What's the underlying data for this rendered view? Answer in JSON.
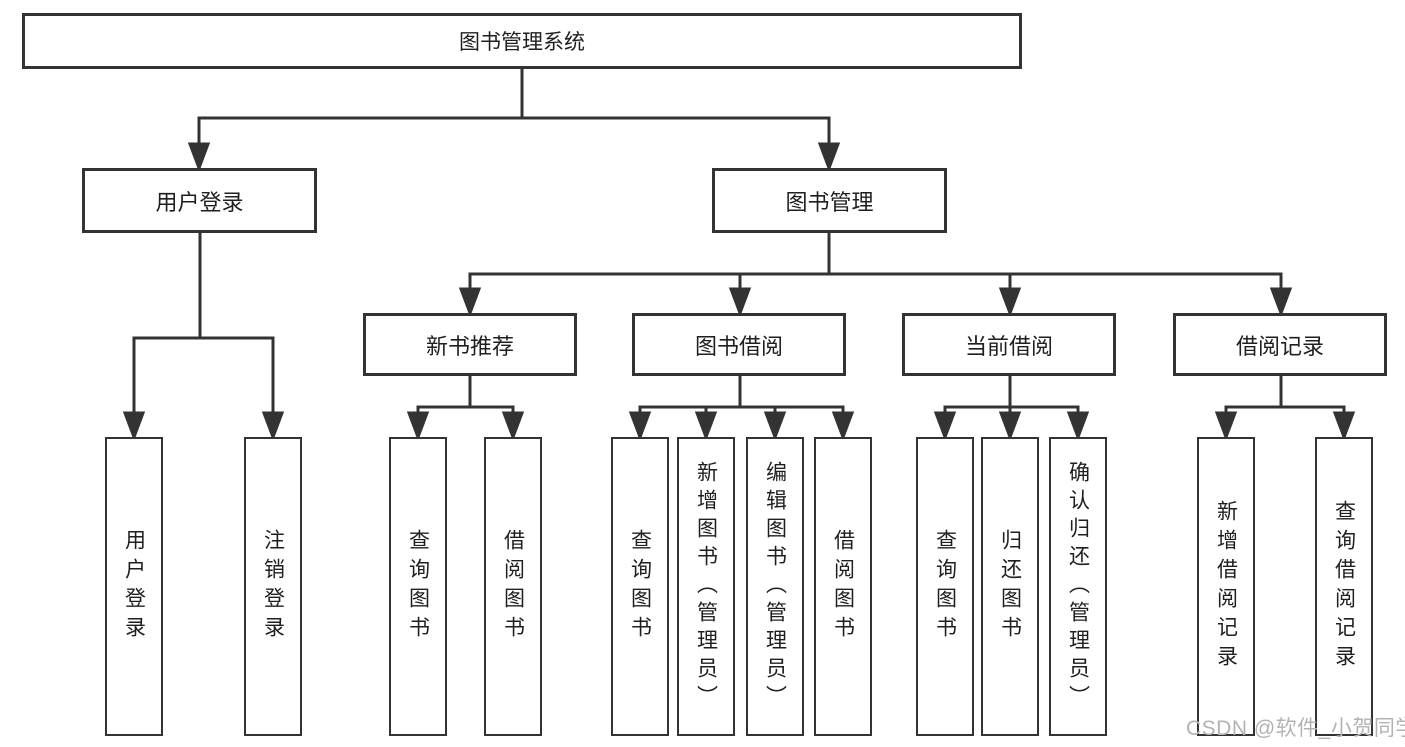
{
  "nodes": {
    "root": {
      "label": "图书管理系统"
    },
    "level1": [
      {
        "label": "用户登录"
      },
      {
        "label": "图书管理"
      }
    ],
    "level2": [
      {
        "label": "新书推荐"
      },
      {
        "label": "图书借阅"
      },
      {
        "label": "当前借阅"
      },
      {
        "label": "借阅记录"
      }
    ],
    "leaves": [
      {
        "label": "用户登录"
      },
      {
        "label": "注销登录"
      },
      {
        "label": "查询图书"
      },
      {
        "label": "借阅图书"
      },
      {
        "label": "查询图书"
      },
      {
        "label": "新增图书（管理员）"
      },
      {
        "label": "编辑图书（管理员）"
      },
      {
        "label": "借阅图书"
      },
      {
        "label": "查询图书"
      },
      {
        "label": "归还图书"
      },
      {
        "label": "确认归还（管理员）"
      },
      {
        "label": "新增借阅记录"
      },
      {
        "label": "查询借阅记录"
      }
    ]
  },
  "watermark": {
    "text": "CSDN @软件_小贺同学"
  },
  "colors": {
    "line": "#333333",
    "text": "#1f1f1f",
    "watermark": "#b3b3b3",
    "background": "#ffffff"
  }
}
